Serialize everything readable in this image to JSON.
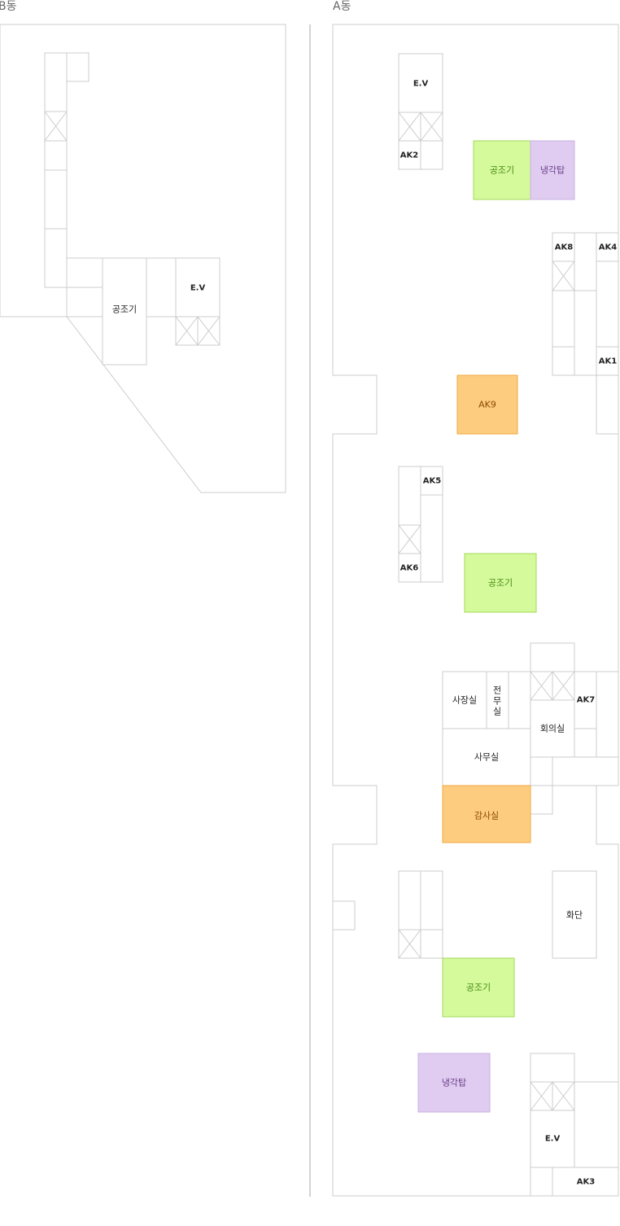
{
  "buildings": {
    "b": {
      "label": "B동"
    },
    "a": {
      "label": "A동"
    }
  },
  "rooms": {
    "b_ahu": "공조기",
    "b_ev": "E.V",
    "a_ev_top": "E.V",
    "a_ak2": "AK2",
    "a_ahu_1": "공조기",
    "a_cooling_1": "냉각탑",
    "a_ak8": "AK8",
    "a_ak4": "AK4",
    "a_ak1": "AK1",
    "a_ak9": "AK9",
    "a_ak5": "AK5",
    "a_ak6": "AK6",
    "a_ahu_2": "공조기",
    "a_president": "사장실",
    "a_director": "전\n무\n실",
    "a_ak7": "AK7",
    "a_meeting": "회의실",
    "a_office": "사무실",
    "a_audit": "감사실",
    "a_stair": "화단",
    "a_ahu_3": "공조기",
    "a_cooling_2": "냉각탑",
    "a_ev_bottom": "E.V",
    "a_ak3": "AK3"
  },
  "colors": {
    "ahu_fill": "#d4fa9c",
    "ahu_stroke": "#a3d85a",
    "ahu_text": "#4a8a10",
    "cooling_fill": "#e0ccf0",
    "cooling_stroke": "#c9b2df",
    "cooling_text": "#6a3f8a",
    "highlight_fill": "#fecc7e",
    "highlight_stroke": "#f0a840",
    "highlight_text": "#8a4a00",
    "wall_stroke": "#cccccc",
    "divider": "#aaaaaa"
  }
}
